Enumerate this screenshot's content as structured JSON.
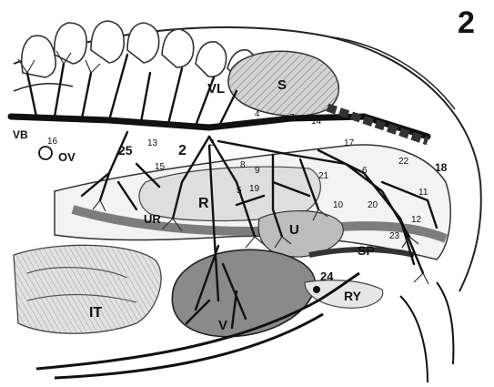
{
  "figure": {
    "panel_number": "2",
    "colors": {
      "ink": "#111111",
      "shade_dark": "#6a6a6a",
      "shade_mid": "#9a9a9a",
      "shade_light": "#c8c8c8",
      "paper": "#ffffff"
    },
    "organ_labels": [
      "VL",
      "S",
      "VB",
      "OV",
      "25",
      "2",
      "R",
      "UR",
      "U",
      "SP",
      "IT",
      "RY",
      "V",
      "24",
      "13"
    ],
    "vessel_numbers": [
      "16",
      "3",
      "15",
      "7",
      "5",
      "8",
      "14",
      "17",
      "4",
      "9",
      "18",
      "6",
      "19",
      "10",
      "11",
      "22",
      "12",
      "21",
      "20",
      "23"
    ]
  }
}
